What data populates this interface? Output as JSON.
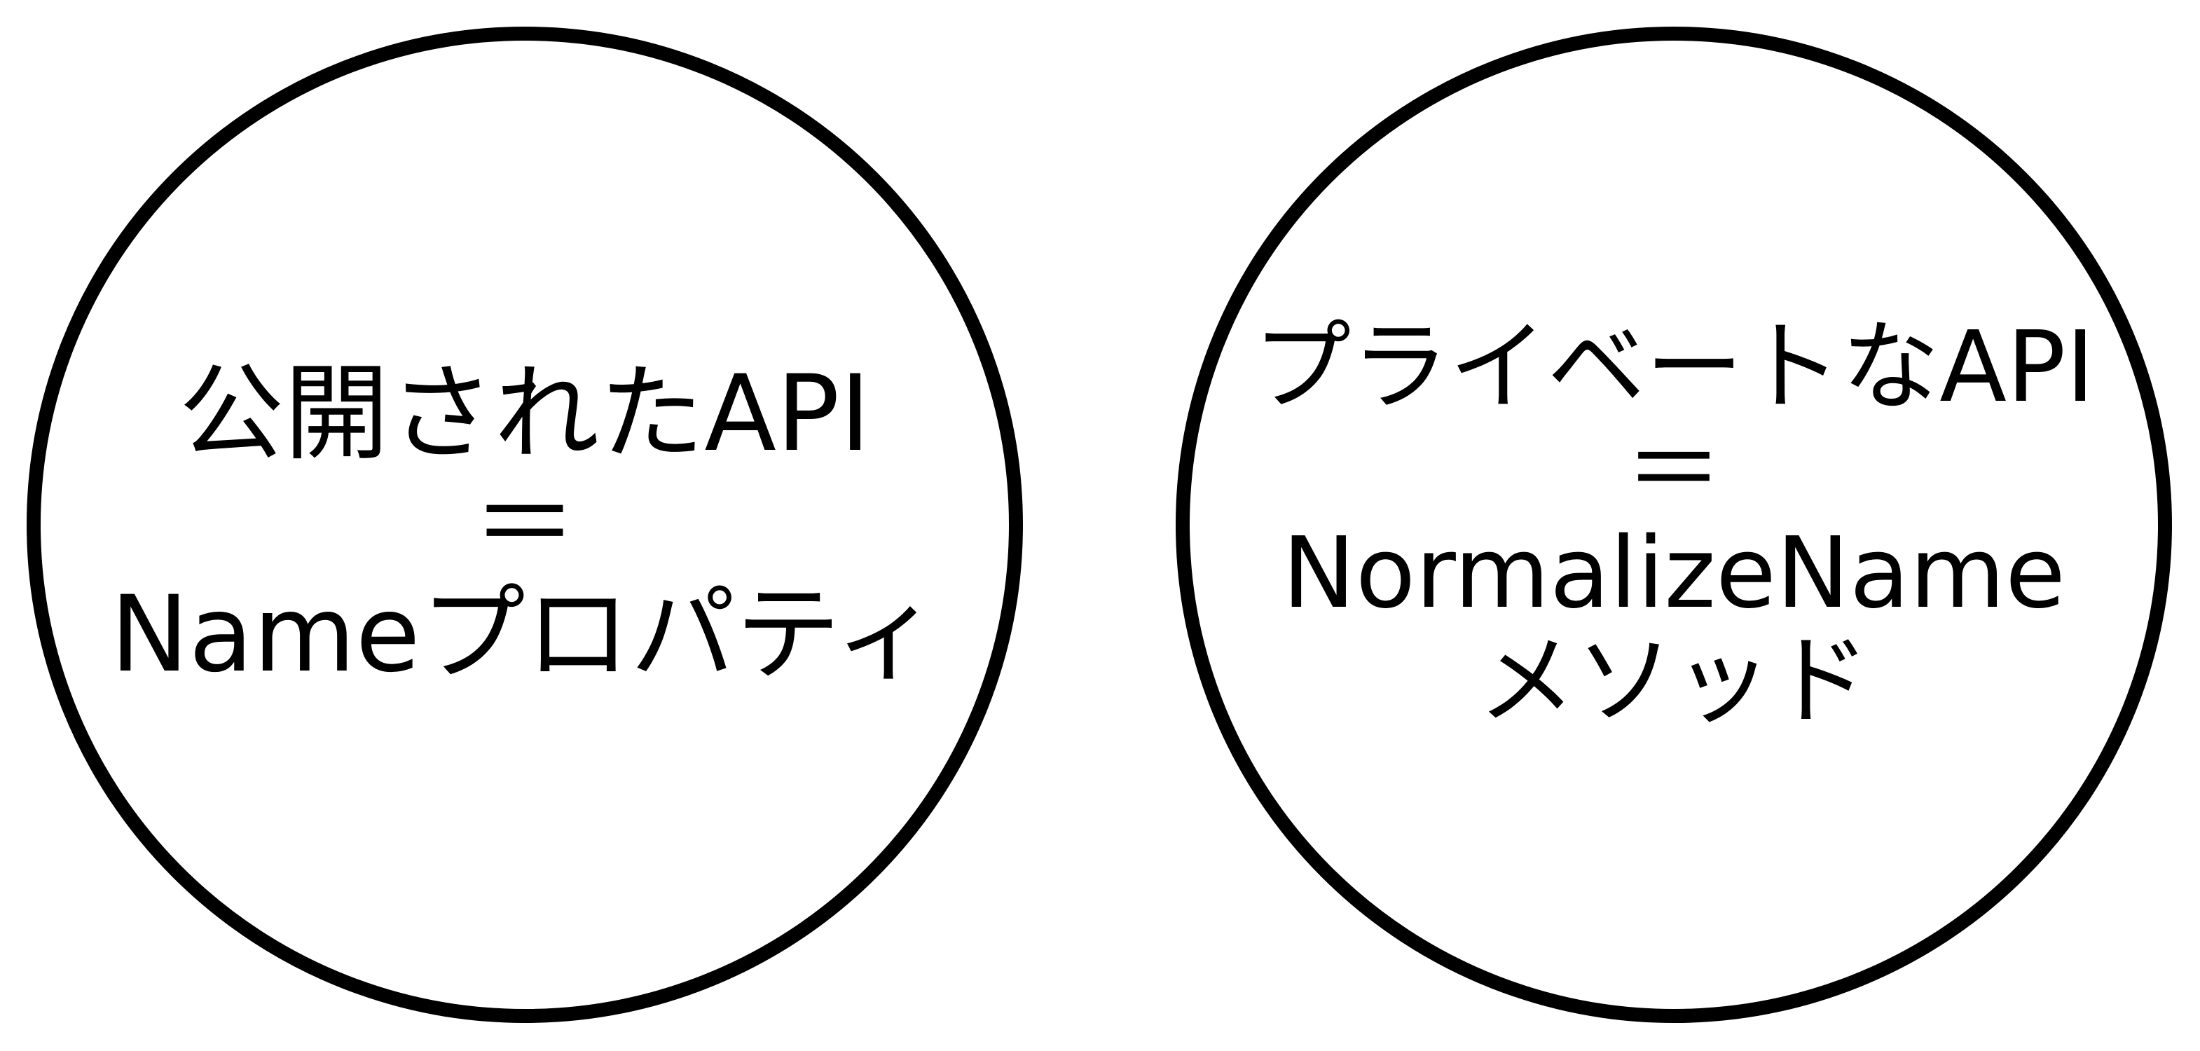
{
  "diagram": {
    "left_circle": {
      "lines": [
        "公開されたAPI",
        "＝",
        "Nameプロパティ"
      ]
    },
    "right_circle": {
      "lines": [
        "プライベートなAPI",
        "＝",
        "NormalizeName",
        "メソッド"
      ]
    },
    "colors": {
      "stroke": "#000000",
      "background": "#ffffff",
      "text": "#000000"
    }
  }
}
